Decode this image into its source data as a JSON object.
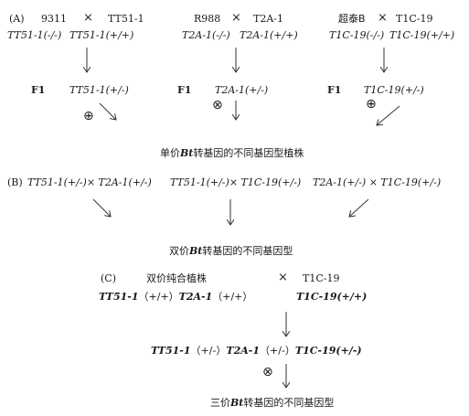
{
  "sectionA": {
    "label": "(A)",
    "cross1": {
      "p1": "9311",
      "x": "×",
      "p2": "TT51-1",
      "g1": "TT51-1(-/-)",
      "g2": "TT51-1(+/+)",
      "f1": "F1",
      "f1g": "TT51-1(+/-)",
      "selfing": "⊕"
    },
    "cross2": {
      "p1": "R988",
      "x": "×",
      "p2": "T2A-1",
      "g1": "T2A-1(-/-)",
      "g2": "T2A-1(+/+)",
      "f1": "F1",
      "f1g": "T2A-1(+/-)",
      "selfing": "⊗"
    },
    "cross3": {
      "p1": "超泰B",
      "x": "×",
      "p2": "T1C-19",
      "g1": "T1C-19(-/-)",
      "g2": "T1C-19(+/+)",
      "f1": "F1",
      "f1g": "T1C-19(+/-)",
      "selfing": "⊕"
    },
    "result_pre": "单价",
    "result_bt": "Bt",
    "result_post": "转基因的不同基因型植株"
  },
  "sectionB": {
    "label": "(B)",
    "c1": "TT51-1(+/-)× T2A-1(+/-)",
    "c2": "TT51-1(+/-)× T1C-19(+/-)",
    "c3": "T2A-1(+/-) × T1C-19(+/-)",
    "result_pre": "双价",
    "result_bt": "Bt",
    "result_post": "转基因的不同基因型"
  },
  "sectionC": {
    "label": "(C)",
    "p1": "双价纯合植株",
    "x": "×",
    "p2": "T1C-19",
    "g1a": "TT51-1",
    "g1b": "（+/+）",
    "g1c": "T2A-1",
    "g1d": "（+/+）",
    "g2": "T1C-19(+/+)",
    "off_a": "TT51-1",
    "off_b": "（+/-）",
    "off_c": "T2A-1",
    "off_d": "（+/-）",
    "off_e": "T1C-19(+/-)",
    "selfing": "⊗",
    "result_pre": "三价",
    "result_bt": "Bt",
    "result_post": "转基因的不同基因型"
  }
}
